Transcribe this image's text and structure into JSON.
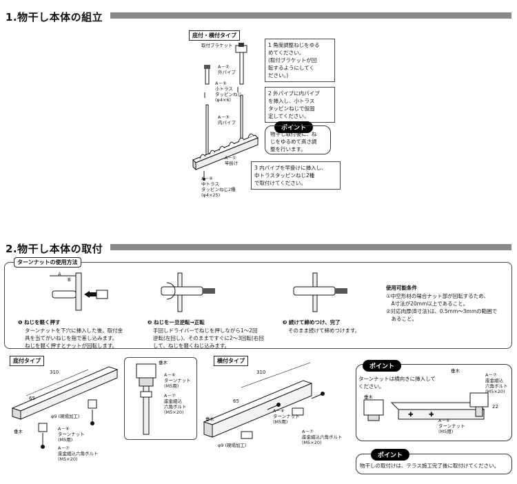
{
  "section1": {
    "title": "1.物干し本体の組立",
    "tag": "底付・横付タイプ",
    "labels": {
      "bracket": "取付ブラケット",
      "outer": "A－②\n外パイプ",
      "truss_small": "A－⑤\n小トラス\nタッピンねじ\n(φ4×6)",
      "inner": "A－③\n内パイプ",
      "hanger": "A－①\n竿掛け",
      "truss_mid": "A－④\n中トラス\nタッピンねじ2種\n(φ4×25)"
    },
    "steps": [
      "1 角度調整ねじをゆる\nめてください。\n(取付ブラケットが回\n転するようにしてく\nださい。)",
      "2 外パイプに内パイプ\nを挿入し、小トラス\nタッピンねじで仮固\n定してください。",
      "3 内パイプを竿掛けに挿入し、\n中トラスタッピンねじ2種\nで取付けてください。"
    ],
    "point_label": "ポイント",
    "point_text": "物干し取付後に、ね\nじをゆるめて高さ調\n整を行います。"
  },
  "section2": {
    "title": "2.物干し本体の取付",
    "turn_nut": {
      "tab": "ターンナットの使用方法",
      "dim_a": "A",
      "dim_b": "B",
      "step1_head": "❶ ねじを軽く押す",
      "step1_text": "ターンナットを下穴に挿入した後、取付金\n具を当てがいねじを指で差し込みます。\nねじを軽く押すとナットが回転します。",
      "step2_head": "❷ ねじを一旦逆転→正転",
      "step2_text": "手回しドライバーでねじを押しながら1～2回\n逆転(左回し)、そのままですぐに2～3回転(右回\nして、ねじを軽くねじ込みます。",
      "step3_head": "❸ 続けて締めつけ、完了",
      "step3_text": "そのまま続けて締めつけます。",
      "cond_head": "使用可能条件",
      "cond_text": "①中空形材の場合ナット部が回転するため、\n　A寸法が20mm以上であること。\n②対応肉厚(B寸法)は、0.5mm～3mmの範囲で\n　あること。"
    },
    "bottom": {
      "tag": "底付タイプ",
      "dim": "310",
      "dim_b": "65",
      "hari": "垂木",
      "hole": "φ9 (現場加工)",
      "nut": "A－⑥\nターンナット\n(M5用)",
      "bolt": "A－⑦\n座金組込六角ボルト\n(M5×20)",
      "nut_d": "A－⑥\nターンナット\n(M5用)",
      "bolt_d": "A－⑦\n座金組込\n六角ボルト\n(M5×20)",
      "hari_d": "垂木"
    },
    "side": {
      "tag": "横付タイプ",
      "dim": "310",
      "dim_b": "65",
      "hari": "垂木",
      "hole": "φ9 (現場加工)",
      "nut": "A－⑥\nターンナット\n(M5用)",
      "bolt": "A－⑦\n座金組込六角ボルト\n(M5×20)"
    },
    "point1": {
      "label": "ポイント",
      "text": "ターンナットは横向きに挿入して\nください。",
      "hari": "垂木",
      "nut": "A－⑥\nターンナット\n(M5用)",
      "bolt": "A－⑦\n座金組込\n六角ボルト\n(M5×20)",
      "hari2": "垂木",
      "dim": "22"
    },
    "point2": {
      "label": "ポイント",
      "text": "物干しの取付けは、テラス施工完了後に取付けてください。"
    }
  }
}
